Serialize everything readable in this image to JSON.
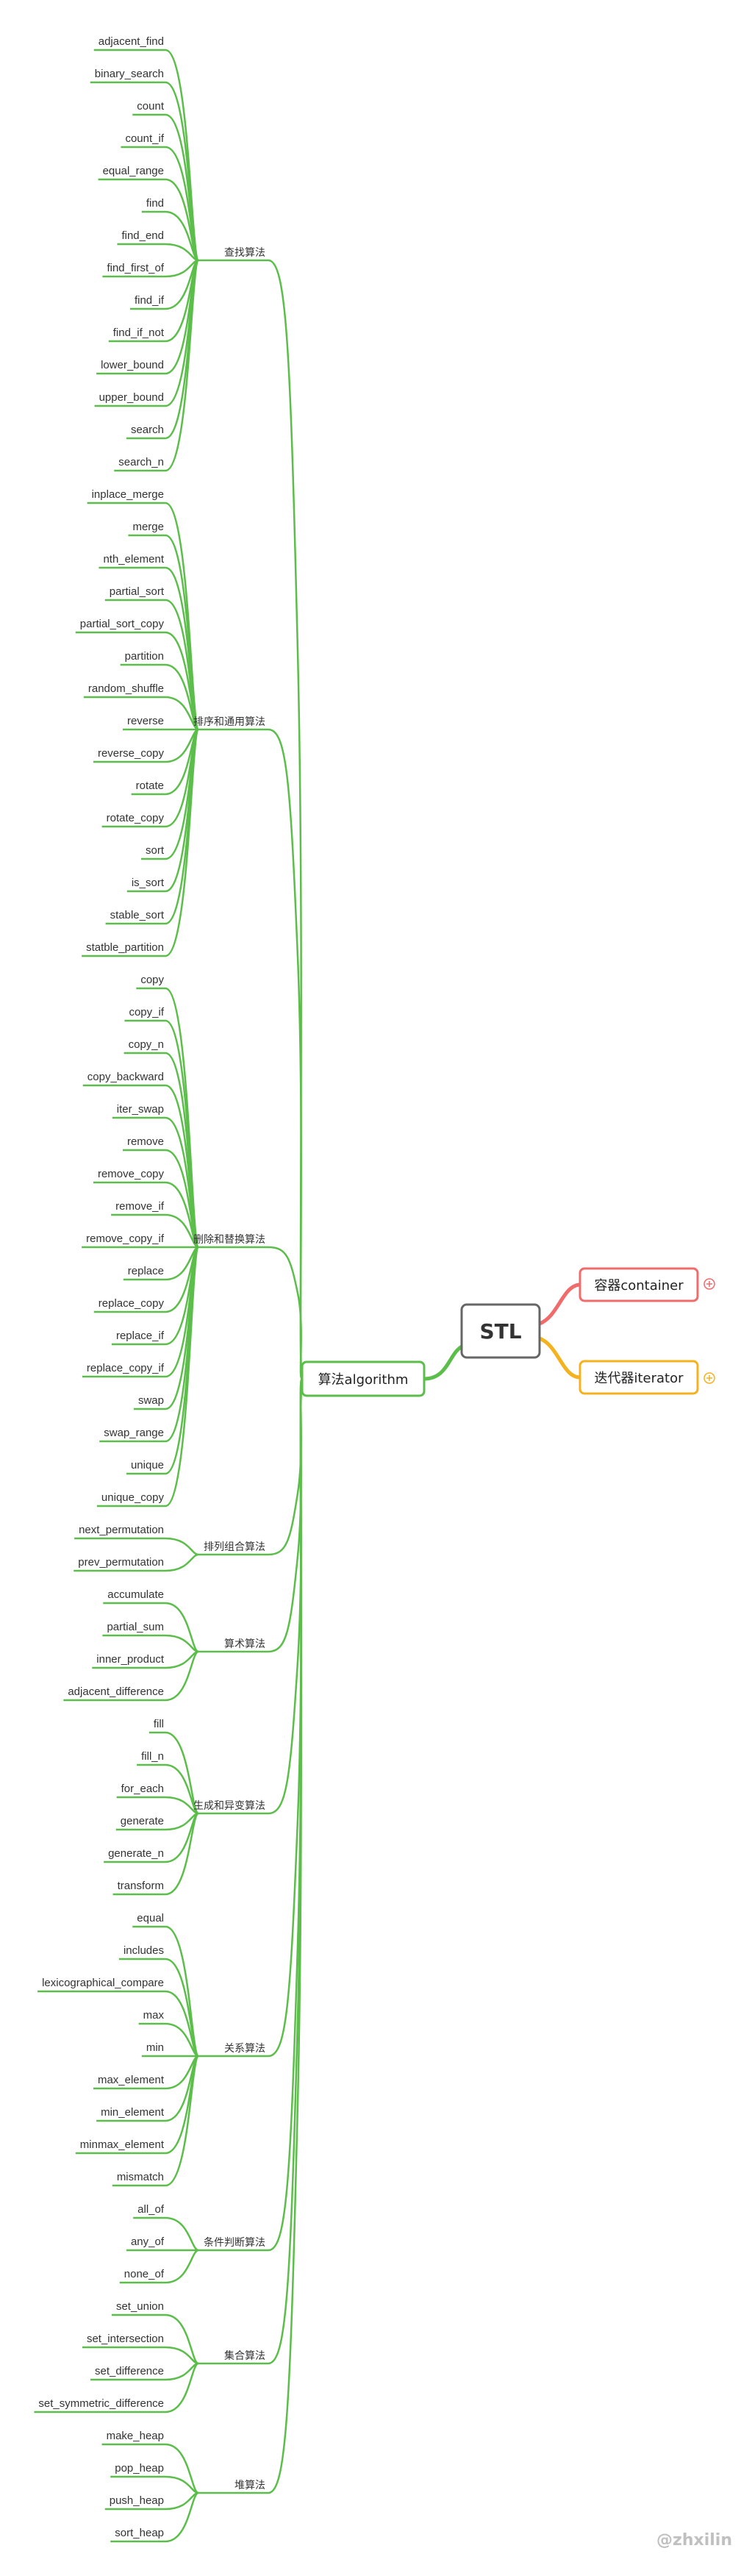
{
  "root": {
    "label": "STL"
  },
  "branches": {
    "container": {
      "label": "容器container",
      "color": "#f26b6b",
      "icon": "collapsed-plus-icon"
    },
    "iterator": {
      "label": "迭代器iterator",
      "color": "#f5b21f",
      "icon": "collapsed-plus-icon"
    },
    "algorithm": {
      "label": "算法algorithm",
      "color": "#5cbe4a"
    }
  },
  "categories": [
    {
      "label": "查找算法",
      "items": [
        "adjacent_find",
        "binary_search",
        "count",
        "count_if",
        "equal_range",
        "find",
        "find_end",
        "find_first_of",
        "find_if",
        "find_if_not",
        "lower_bound",
        "upper_bound",
        "search",
        "search_n"
      ]
    },
    {
      "label": "排序和通用算法",
      "items": [
        "inplace_merge",
        "merge",
        "nth_element",
        "partial_sort",
        "partial_sort_copy",
        "partition",
        "random_shuffle",
        "reverse",
        "reverse_copy",
        "rotate",
        "rotate_copy",
        "sort",
        "is_sort",
        "stable_sort",
        "statble_partition"
      ]
    },
    {
      "label": "删除和替换算法",
      "items": [
        "copy",
        "copy_if",
        "copy_n",
        "copy_backward",
        "iter_swap",
        "remove",
        "remove_copy",
        "remove_if",
        "remove_copy_if",
        "replace",
        "replace_copy",
        "replace_if",
        "replace_copy_if",
        "swap",
        "swap_range",
        "unique",
        "unique_copy"
      ]
    },
    {
      "label": "排列组合算法",
      "items": [
        "next_permutation",
        "prev_permutation"
      ]
    },
    {
      "label": "算术算法",
      "items": [
        "accumulate",
        "partial_sum",
        "inner_product",
        "adjacent_difference"
      ]
    },
    {
      "label": "生成和异变算法",
      "items": [
        "fill",
        "fill_n",
        "for_each",
        "generate",
        "generate_n",
        "transform"
      ]
    },
    {
      "label": "关系算法",
      "items": [
        "equal",
        "includes",
        "lexicographical_compare",
        "max",
        "min",
        "max_element",
        "min_element",
        "minmax_element",
        "mismatch"
      ]
    },
    {
      "label": "条件判断算法",
      "items": [
        "all_of",
        "any_of",
        "none_of"
      ]
    },
    {
      "label": "集合算法",
      "items": [
        "set_union",
        "set_intersection",
        "set_difference",
        "set_symmetric_difference"
      ]
    },
    {
      "label": "堆算法",
      "items": [
        "make_heap",
        "pop_heap",
        "push_heap",
        "sort_heap"
      ]
    }
  ],
  "watermark": "@zhxilin",
  "colors": {
    "algorithm": "#5cbe4a",
    "container": "#f26b6b",
    "iterator": "#f5b21f",
    "root_border": "#666666",
    "text": "#333333"
  }
}
